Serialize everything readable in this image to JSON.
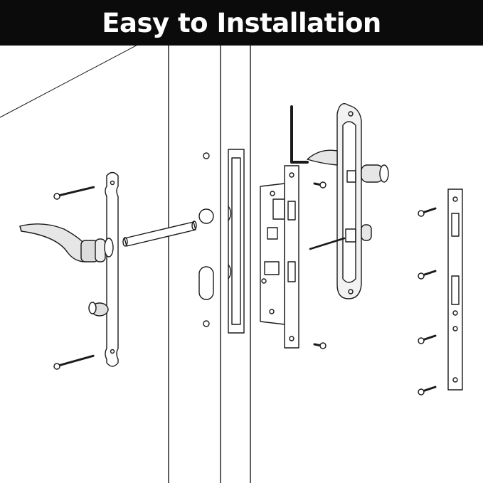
{
  "banner": {
    "title": "Easy to Installation",
    "background": "#0b0b0b",
    "text_color": "#ffffff"
  },
  "illustration": {
    "stroke_color": "#1a1a1a",
    "parts": [
      "lever-handle-left",
      "backplate-left",
      "spindle",
      "door-edge",
      "mortise-lock-body",
      "faceplate",
      "backplate-right",
      "lever-handle-right",
      "allen-key",
      "strike-plate",
      "screws"
    ]
  }
}
